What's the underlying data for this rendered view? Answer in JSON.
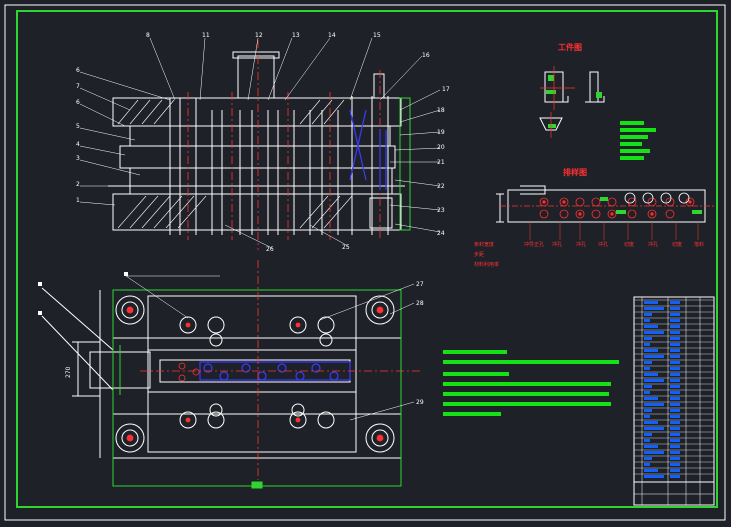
{
  "drawing": {
    "titles": {
      "workpiece": "工件图",
      "layout": "排样图"
    },
    "part_numbers": [
      "8",
      "11",
      "12",
      "13",
      "14",
      "15",
      "16",
      "17",
      "18",
      "19",
      "20",
      "21",
      "22",
      "23",
      "24",
      "25",
      "26",
      "27",
      "28",
      "29"
    ],
    "left_numbers": [
      "6",
      "7",
      "6",
      "5",
      "4",
      "3",
      "2",
      "1"
    ],
    "dimension_text": "270",
    "layout_station_labels": [
      "冲导正孔",
      "冲孔",
      "冲孔",
      "冲孔",
      "切废",
      "冲孔",
      "切废",
      "落料"
    ],
    "layout_notes": [
      "条料宽度",
      "步距",
      "材料利用率"
    ],
    "colors": {
      "background": "#1e2228",
      "frame": "#2fd62f",
      "lines": "#ffffff",
      "centerline": "#ff3030",
      "hidden": "#3a3aff",
      "text_block": "#16e016",
      "table_fill": "#1060ff"
    }
  }
}
